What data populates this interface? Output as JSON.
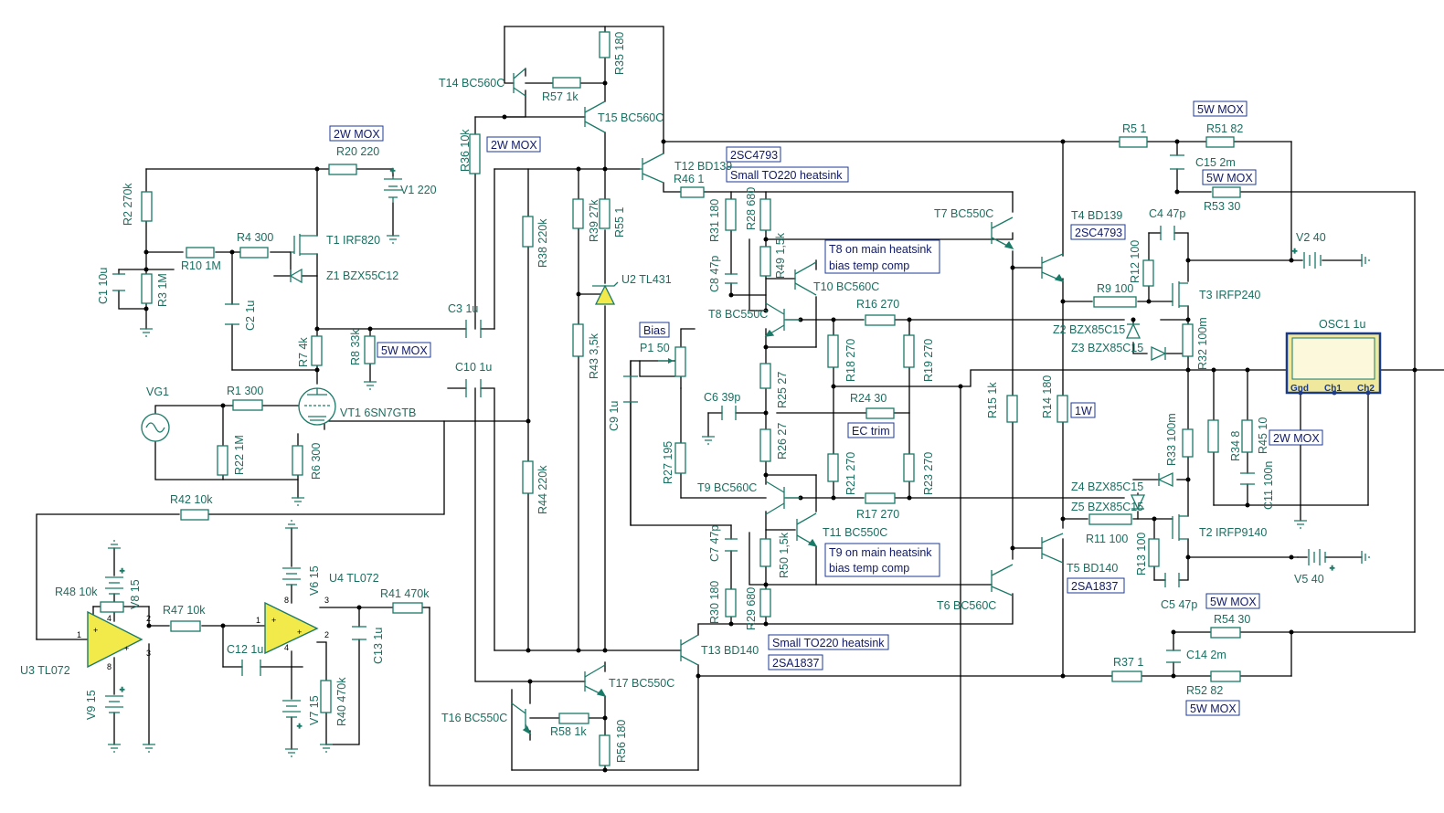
{
  "labels": {
    "t14": "T14 BC560C",
    "r57": "R57 1k",
    "r35": "R35 180",
    "t15": "T15 BC560C",
    "r36": "R36 10k",
    "t12": "T12 BD139",
    "r46": "R46 1",
    "r20": "R20 220",
    "v1": "V1 220",
    "r2": "R2 270k",
    "r4": "R4 300",
    "t1": "T1 IRF820",
    "r10": "R10 1M",
    "z1": "Z1 BZX55C12",
    "c1": "C1 10u",
    "r3": "R3 1M",
    "c2": "C2 1u",
    "r7": "R7 4k",
    "r8": "R8 33k",
    "c3": "C3 1u",
    "c10": "C10 1u",
    "r38": "R38 220k",
    "r39": "R39 27k",
    "r55": "R55 1",
    "u2": "U2 TL431",
    "r43": "R43 3,5k",
    "r44": "R44 220k",
    "vg1": "VG1",
    "r1": "R1 300",
    "r22": "R22 1M",
    "r6": "R6 300",
    "vt1": "VT1 6SN7GTB",
    "r42": "R42 10k",
    "r48": "R48 10k",
    "v8": "V8 15",
    "u3": "U3 TL072",
    "v9": "V9 15",
    "r47": "R47 10k",
    "c12": "C12 1u",
    "v6": "V6 15",
    "u4": "U4 TL072",
    "v7": "V7 15",
    "r41": "R41 470k",
    "c13": "C13 1u",
    "r40": "R40 470k",
    "r31": "R31 180",
    "r28": "R28 680",
    "c8": "C8 47p",
    "t7": "T7 BC550C",
    "r49": "R49 1,5k",
    "t10": "T10 BC560C",
    "t8": "T8 BC550C",
    "r16": "R16 270",
    "p1": "P1 50",
    "c9": "C9 1u",
    "r18": "R18 270",
    "r19": "R19 270",
    "r25": "R25 27",
    "c6": "C6 39p",
    "r24": "R24 30",
    "r27": "R27 195",
    "r26": "R26 27",
    "r21": "R21 270",
    "r23": "R23 270",
    "t9": "T9 BC560C",
    "r17": "R17 270",
    "t11": "T11 BC550C",
    "c7": "C7 47p",
    "r50": "R50 1,5k",
    "r30": "R30 180",
    "r29": "R29 680",
    "t6": "T6 BC560C",
    "t13": "T13 BD140",
    "t17": "T17 BC550C",
    "t16": "T16 BC550C",
    "r58": "R58 1k",
    "r56": "R56 180",
    "r5": "R5 1",
    "r51": "R51 82",
    "c15": "C15 2m",
    "r53": "R53 30",
    "t4": "T4 BD139",
    "c4": "C4 47p",
    "r12": "R12 100",
    "v2": "V2 40",
    "r9": "R9 100",
    "t3": "T3 IRFP240",
    "z2": "Z2 BZX85C15",
    "z3": "Z3 BZX85C15",
    "r32": "R32 100m",
    "osc1": "OSC1 1u",
    "r15": "R15 1k",
    "r14": "R14 180",
    "r34": "R34 8",
    "r45": "R45 10",
    "c11": "C11 100n",
    "r33": "R33 100m",
    "z4": "Z4 BZX85C15",
    "z5": "Z5 BZX85C15",
    "r11": "R11 100",
    "t2": "T2 IRFP9140",
    "t5": "T5 BD140",
    "r13": "R13 100",
    "c5": "C5 47p",
    "v5": "V5 40",
    "r54": "R54 30",
    "c14": "C14 2m",
    "r37": "R37 1",
    "r52": "R52 82"
  },
  "notes": {
    "mox2w_top": "2W MOX",
    "mox2w_r36": "2W MOX",
    "mox5w_r8": "5W MOX",
    "sc4793_t12": "2SC4793",
    "heatsink_t12": "Small TO220 heatsink",
    "t8_note1": "T8 on main heatsink",
    "t8_note2": "bias temp comp",
    "bias": "Bias",
    "ec_trim": "EC trim",
    "t9_note1": "T9 on main heatsink",
    "t9_note2": "bias temp comp",
    "heatsink_t13": "Small TO220 heatsink",
    "sa1837_t13": "2SA1837",
    "mox5w_r51": "5W MOX",
    "mox5w_r53": "5W MOX",
    "sc4793_t4": "2SC4793",
    "w1_r14": "1W",
    "mox2w_r45": "2W MOX",
    "sa1837_t5": "2SA1837",
    "mox5w_r54": "5W MOX",
    "mox5w_r52": "5W MOX"
  },
  "osc": {
    "gnd": "Gnd",
    "ch1": "Ch1",
    "ch2": "Ch2"
  },
  "colors": {
    "wire": "#000000",
    "component": "#1a7a68",
    "label": "#1a6e60",
    "note": "#111a66",
    "opamp": "#f2e94a"
  }
}
